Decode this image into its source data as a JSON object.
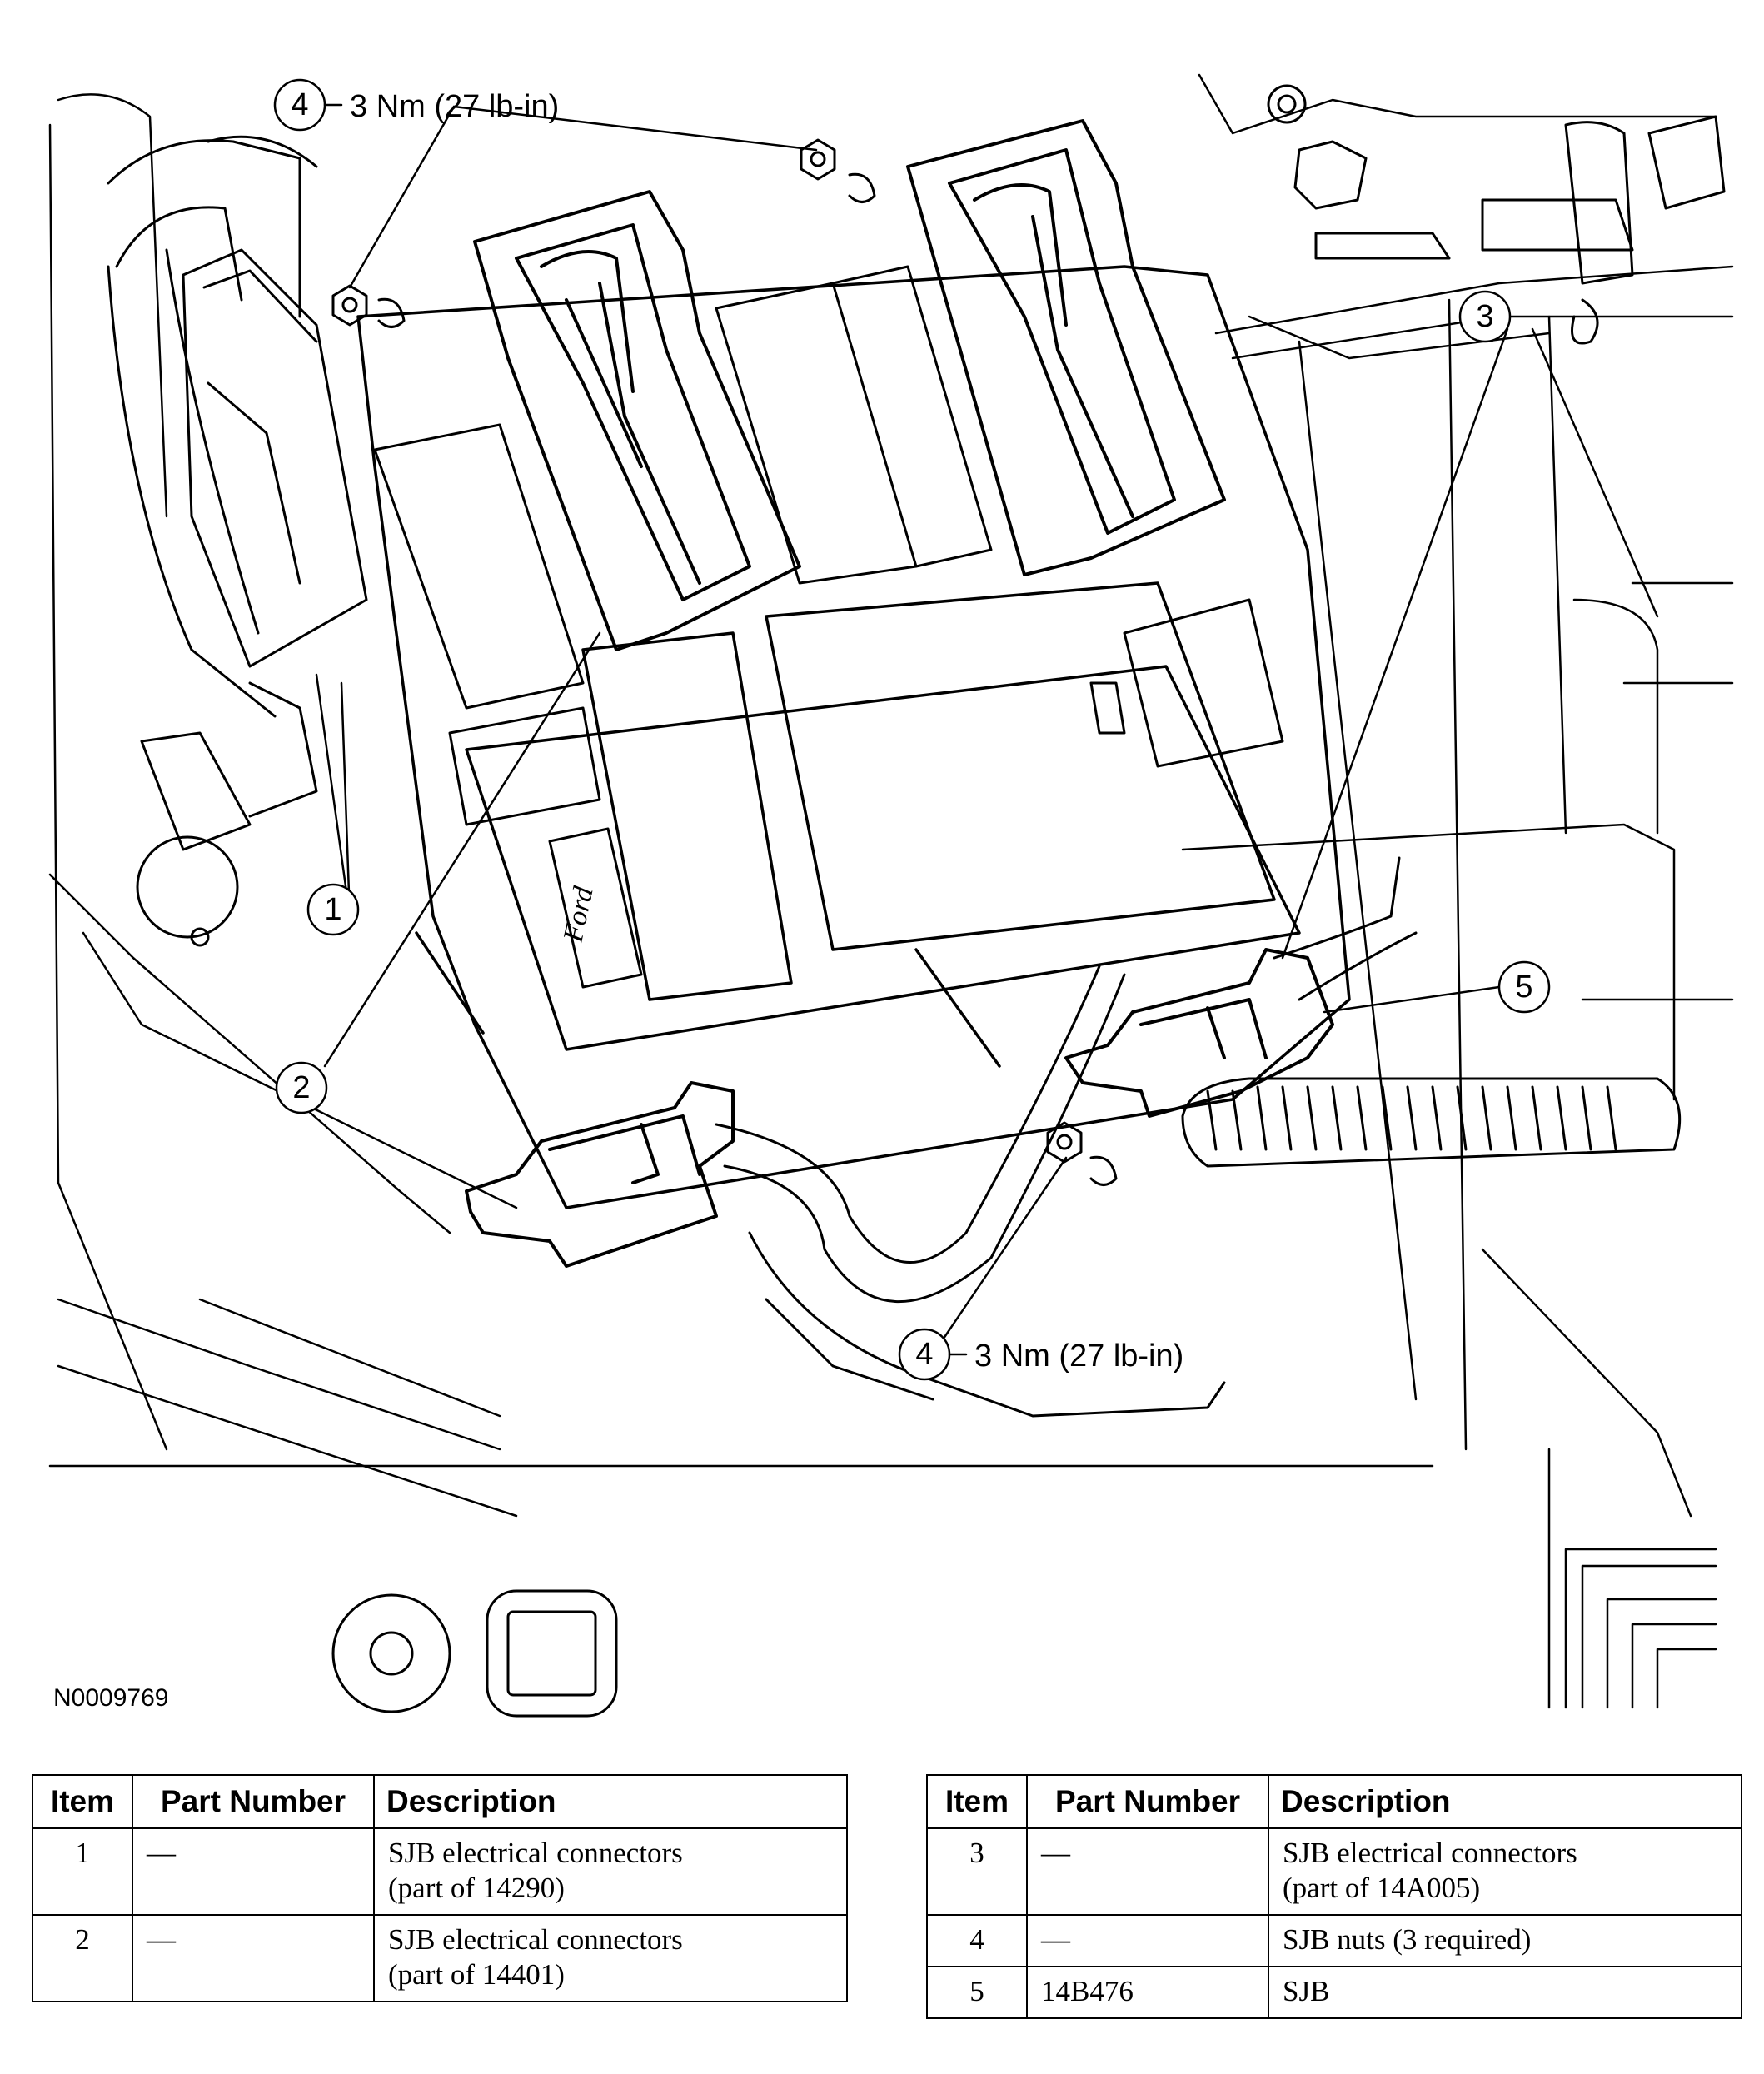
{
  "figure_id": "N0009769",
  "callouts": {
    "c1": "1",
    "c2": "2",
    "c3": "3",
    "c4a": "4",
    "c4a_label": "3 Nm (27 lb-in)",
    "c4b": "4",
    "c4b_label": "3 Nm (27 lb-in)",
    "c5": "5"
  },
  "tables": [
    {
      "headers": {
        "item": "Item",
        "part_number": "Part Number",
        "description": "Description"
      },
      "rows": [
        {
          "item": "1",
          "part_number": "—",
          "desc1": "SJB electrical connectors",
          "desc2": "(part of 14290)"
        },
        {
          "item": "2",
          "part_number": "—",
          "desc1": "SJB electrical connectors",
          "desc2": "(part of 14401)"
        }
      ]
    },
    {
      "headers": {
        "item": "Item",
        "part_number": "Part Number",
        "description": "Description"
      },
      "rows": [
        {
          "item": "3",
          "part_number": "—",
          "desc1": "SJB electrical connectors",
          "desc2": "(part of 14A005)"
        },
        {
          "item": "4",
          "part_number": "—",
          "desc1": "SJB nuts (3 required)",
          "desc2": ""
        },
        {
          "item": "5",
          "part_number": "14B476",
          "desc1": "SJB",
          "desc2": ""
        }
      ]
    }
  ]
}
